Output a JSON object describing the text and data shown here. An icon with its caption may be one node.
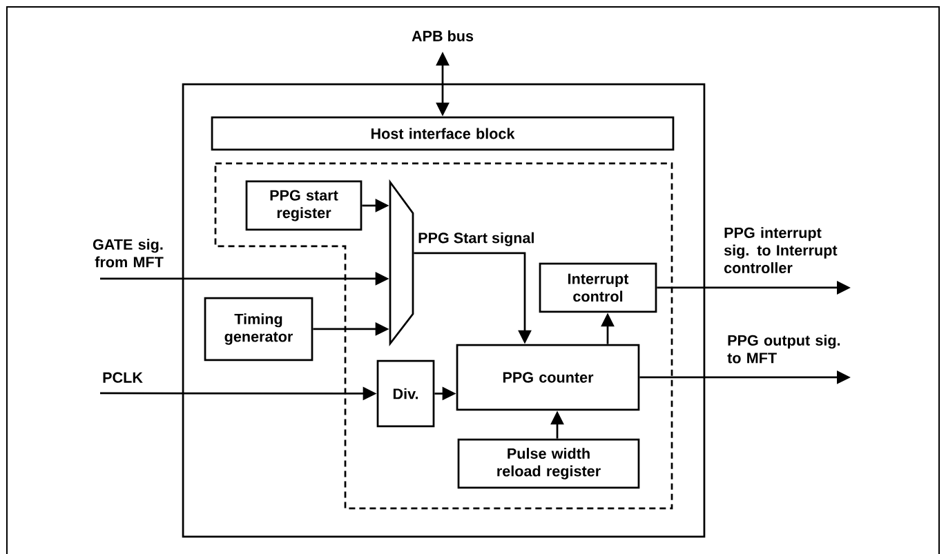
{
  "diagram": {
    "nodes": [
      {
        "text": [],
        "shape": "box"
      },
      {
        "text": [
          "Host interface block"
        ],
        "in": 0
      },
      {
        "text": [
          "PPG start register"
        ],
        "in": 0
      },
      {
        "text": [],
        "shape": "trapezoid",
        "in": 0
      },
      {
        "text": [
          "Timing generator"
        ],
        "in": 0
      },
      {
        "text": [
          "Div."
        ],
        "in": 0
      },
      {
        "text": [
          "PPG counter"
        ],
        "in": 0
      },
      {
        "text": [
          "Interrupt control"
        ],
        "in": 0
      },
      {
        "text": [
          "Pulse width reload register"
        ],
        "in": 0
      }
    ],
    "edges": [
      {
        "from": null,
        "to": 1,
        "arrow": "both",
        "label": "APB bus"
      },
      {
        "from": 2,
        "to": 3,
        "arrow": "to"
      },
      {
        "from": null,
        "to": 3,
        "arrow": "to",
        "label": "GATE sig. from MFT"
      },
      {
        "from": 4,
        "to": 3,
        "arrow": "to"
      },
      {
        "from": 3,
        "to": 6,
        "arrow": "to",
        "label": "PPG Start signal"
      },
      {
        "from": null,
        "to": 5,
        "arrow": "to",
        "label": "PCLK"
      },
      {
        "from": 5,
        "to": 6,
        "arrow": "to"
      },
      {
        "from": 6,
        "to": 7,
        "arrow": "to"
      },
      {
        "from": 8,
        "to": 6,
        "arrow": "to"
      },
      {
        "from": 7,
        "to": null,
        "arrow": "to",
        "label": "PPG interrupt sig. to Interrupt controller"
      },
      {
        "from": 6,
        "to": null,
        "arrow": "to",
        "label": "PPG output sig. to MFT"
      }
    ]
  }
}
